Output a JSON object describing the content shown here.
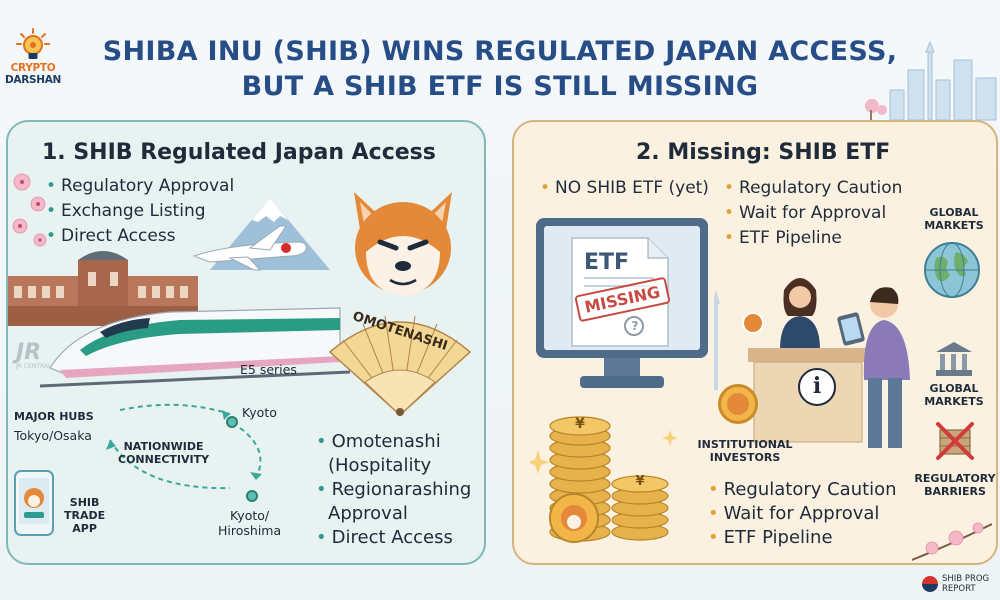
{
  "logo": {
    "line1": "CRYPTO",
    "line2": "DARSHAN"
  },
  "title": {
    "line1": "SHIBA INU (SHIB) WINS REGULATED JAPAN ACCESS,",
    "line2": "BUT A SHIB ETF IS STILL MISSING"
  },
  "left_panel": {
    "heading": "1. SHIB Regulated Japan Access",
    "bullets": [
      "Regulatory Approval",
      "Exchange Listing",
      "Direct Access"
    ],
    "fan_label": "OMOTENASHI",
    "jr_label": "JR",
    "jr_sub": "JR CENTRAL",
    "train_label": "E5 series",
    "map": {
      "hubs_title": "MAJOR HUBS",
      "hubs_city": "Tokyo/Osaka",
      "kyoto": "Kyoto",
      "connectivity_line1": "NATIONWIDE",
      "connectivity_line2": "CONNECTIVITY",
      "kyoto_hiroshima_line1": "Kyoto/",
      "kyoto_hiroshima_line2": "Hiroshima"
    },
    "app_label_line1": "SHIB",
    "app_label_line2": "TRADE",
    "app_label_line3": "APP",
    "bottom_bullets": [
      "Omotenashi",
      "(Hospitality",
      "Regionarashing",
      "Approval",
      "Direct Access"
    ]
  },
  "right_panel": {
    "heading": "2. Missing: SHIB ETF",
    "top_bullets": [
      "NO SHIB ETF (yet)",
      "Regulatory Caution",
      "Wait for Approval",
      "ETF Pipeline"
    ],
    "doc_title": "ETF",
    "stamp": "MISSING",
    "side_labels": {
      "global1_line1": "GLOBAL",
      "global1_line2": "MARKETS",
      "global2_line1": "GLOBAL",
      "global2_line2": "MARKETS",
      "barriers_line1": "REGULATORY",
      "barriers_line2": "BARRIERS"
    },
    "investors_line1": "INSTITUTIONAL",
    "investors_line2": "INVESTORS",
    "coin_symbol": "¥",
    "bottom_bullets": [
      "Regulatory Caution",
      "Wait for Approval",
      "ETF Pipeline"
    ]
  },
  "footer": {
    "line1": "SHIB PROG",
    "line2": "REPORT"
  },
  "colors": {
    "title": "#274d86",
    "left_border": "#7fb9b6",
    "right_border": "#d7b37d",
    "shiba_orange": "#e4893a"
  }
}
